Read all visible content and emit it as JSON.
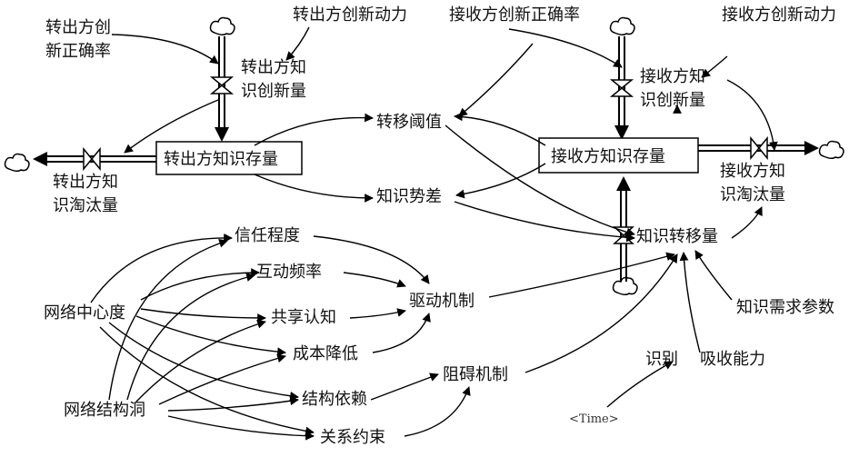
{
  "stocks": {
    "sender_stock": "转出方知识存量",
    "receiver_stock": "接收方知识存量"
  },
  "flows": {
    "sender_innovation": [
      "转出方知",
      "识创新量"
    ],
    "sender_obsolescence": [
      "转出方知",
      "识淘汰量"
    ],
    "receiver_innovation": [
      "接收方知",
      "识创新量"
    ],
    "receiver_obsolescence": [
      "接收方知",
      "识淘汰量"
    ],
    "transfer": "知识转移量"
  },
  "variables": {
    "sender_correct_rate": [
      "转出方创",
      "新正确率"
    ],
    "sender_motivation": "转出方创新动力",
    "receiver_correct_rate": "接收方创新正确率",
    "receiver_motivation": "接收方创新动力",
    "threshold": "转移阈值",
    "gradient": "知识势差",
    "trust": "信任程度",
    "interaction": "互动频率",
    "shared_cognition": "共享认知",
    "cost_reduction": "成本降低",
    "structural_dependence": "结构依赖",
    "relational_constraint": "关系约束",
    "drive_mechanism": "驱动机制",
    "barrier_mechanism": "阻碍机制",
    "centrality": "网络中心度",
    "structural_holes": "网络结构洞",
    "demand_param": "知识需求参数",
    "identification": "识别",
    "absorptive_capacity": "吸收能力",
    "time": "<Time>"
  }
}
